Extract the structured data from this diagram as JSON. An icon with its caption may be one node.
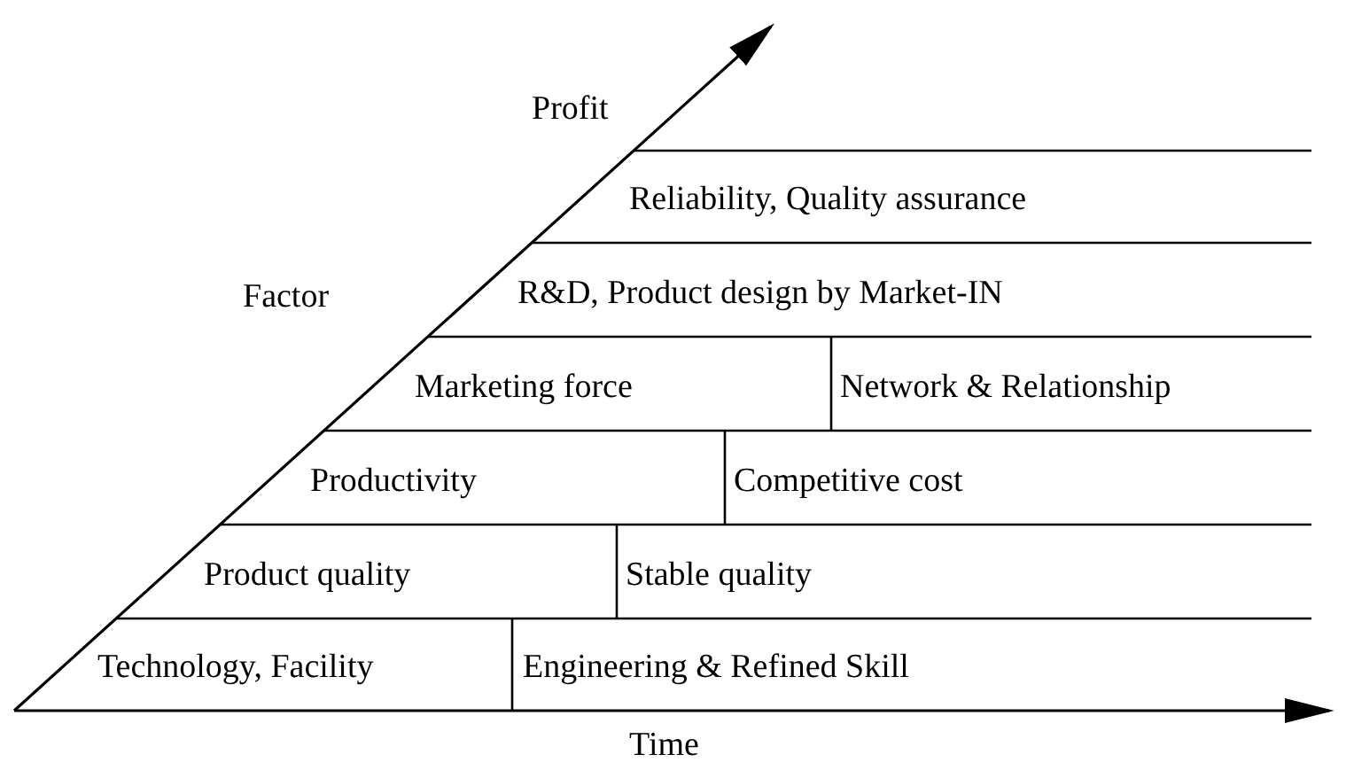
{
  "diagram": {
    "nodes": [
      {
        "text": [
          "Profit"
        ]
      },
      {
        "text": [
          "Reliability, Quality assurance"
        ]
      },
      {
        "text": [
          "R&D, Product design by Market-IN"
        ]
      },
      {
        "text": [
          "Marketing force"
        ]
      },
      {
        "text": [
          "Network & Relationship"
        ]
      },
      {
        "text": [
          "Productivity"
        ]
      },
      {
        "text": [
          "Competitive cost"
        ]
      },
      {
        "text": [
          "Product quality"
        ]
      },
      {
        "text": [
          "Stable quality"
        ]
      },
      {
        "text": [
          "Technology, Facility"
        ]
      },
      {
        "text": [
          "Engineering & Refined Skill"
        ]
      }
    ],
    "edges": [],
    "labels": [
      "Factor",
      "Time"
    ]
  }
}
